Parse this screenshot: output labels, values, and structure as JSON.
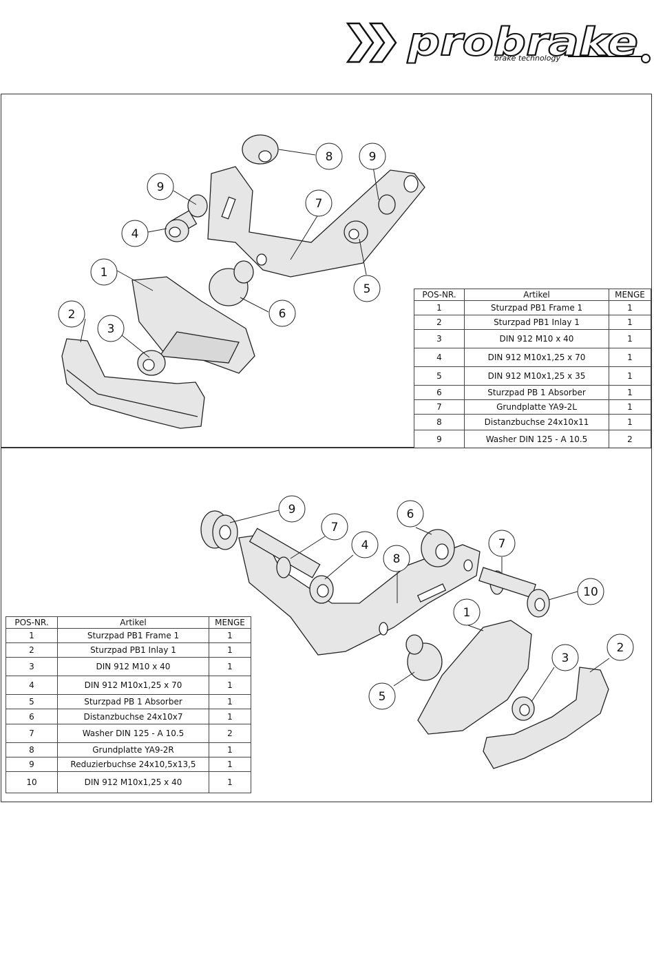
{
  "logo": {
    "wordmark": "probrake",
    "tagline": "brake technology"
  },
  "top": {
    "table": {
      "headers": [
        "POS-NR.",
        "Artikel",
        "MENGE"
      ],
      "rows": [
        [
          "1",
          "Sturzpad PB1 Frame 1",
          "1"
        ],
        [
          "2",
          "Sturzpad PB1 Inlay 1",
          "1"
        ],
        [
          "3",
          "DIN 912 M10 x 40",
          "1"
        ],
        [
          "4",
          "DIN 912 M10x1,25 x 70",
          "1"
        ],
        [
          "5",
          "DIN 912 M10x1,25 x 35",
          "1"
        ],
        [
          "6",
          "Sturzpad PB 1 Absorber",
          "1"
        ],
        [
          "7",
          "Grundplatte YA9-2L",
          "1"
        ],
        [
          "8",
          "Distanzbuchse 24x10x11",
          "1"
        ],
        [
          "9",
          "Washer DIN 125 - A 10.5",
          "2"
        ]
      ]
    },
    "callouts": [
      "8",
      "9",
      "9",
      "7",
      "4",
      "1",
      "6",
      "5",
      "2",
      "3"
    ]
  },
  "bottom": {
    "table": {
      "headers": [
        "POS-NR.",
        "Artikel",
        "MENGE"
      ],
      "rows": [
        [
          "1",
          "Sturzpad PB1 Frame 1",
          "1"
        ],
        [
          "2",
          "Sturzpad PB1 Inlay 1",
          "1"
        ],
        [
          "3",
          "DIN 912 M10 x 40",
          "1"
        ],
        [
          "4",
          "DIN 912 M10x1,25 x 70",
          "1"
        ],
        [
          "5",
          "Sturzpad PB 1 Absorber",
          "1"
        ],
        [
          "6",
          "Distanzbuchse 24x10x7",
          "1"
        ],
        [
          "7",
          "Washer DIN 125 - A 10.5",
          "2"
        ],
        [
          "8",
          "Grundplatte YA9-2R",
          "1"
        ],
        [
          "9",
          "Reduzierbuchse 24x10,5x13,5",
          "1"
        ],
        [
          "10",
          "DIN 912 M10x1,25 x 40",
          "1"
        ]
      ]
    },
    "callouts": [
      "9",
      "7",
      "4",
      "6",
      "8",
      "7",
      "10",
      "1",
      "2",
      "3",
      "5"
    ]
  }
}
